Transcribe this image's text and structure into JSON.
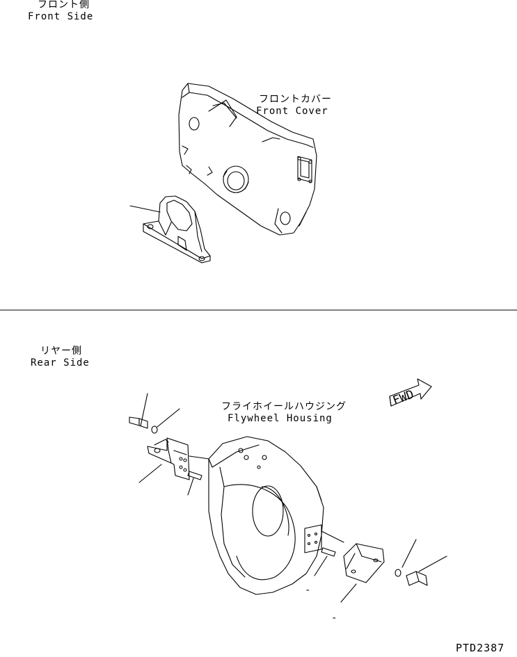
{
  "front_section": {
    "label_jp": "フロント側",
    "label_en": "Front Side"
  },
  "front_cover": {
    "label_jp": "フロントカバー",
    "label_en": "Front Cover"
  },
  "rear_section": {
    "label_jp": "リヤー側",
    "label_en": "Rear Side"
  },
  "flywheel_housing": {
    "label_jp": "フライホイールハウジング",
    "label_en": "Flywheel Housing"
  },
  "fwd_arrow": {
    "text": "FWD"
  },
  "part_markers": [
    "-",
    "-"
  ],
  "drawing_number": "PTD2387"
}
